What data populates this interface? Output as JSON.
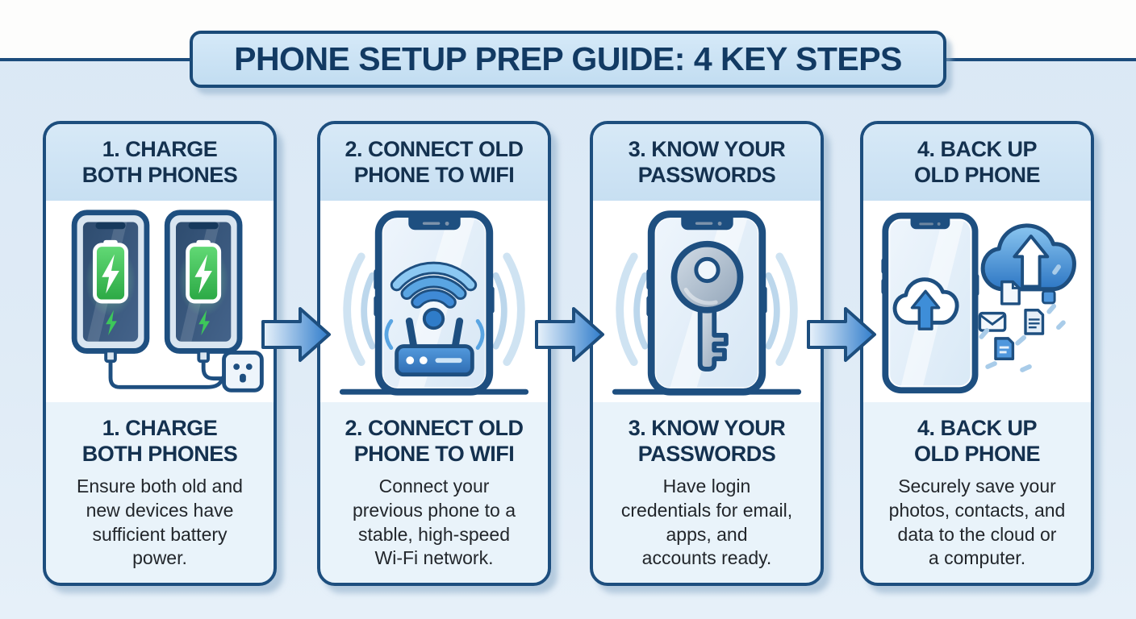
{
  "title": "PHONE SETUP PREP GUIDE: 4 KEY STEPS",
  "steps": [
    {
      "id": 1,
      "icon": "two-phones-charging-icon",
      "header": "1. CHARGE\nBOTH PHONES",
      "body_title": "1. CHARGE\nBOTH PHONES",
      "description": "Ensure both old and\nnew devices have\nsufficient battery\npower."
    },
    {
      "id": 2,
      "icon": "phone-wifi-router-icon",
      "header": "2. CONNECT OLD\nPHONE TO WIFI",
      "body_title": "2. CONNECT OLD\nPHONE TO WIFI",
      "description": "Connect your\nprevious phone to a\nstable, high-speed\nWi-Fi network."
    },
    {
      "id": 3,
      "icon": "phone-password-key-icon",
      "header": "3. KNOW YOUR\nPASSWORDS",
      "body_title": "3. KNOW YOUR\nPASSWORDS",
      "description": "Have login\ncredentials for email,\napps, and\naccounts ready."
    },
    {
      "id": 4,
      "icon": "phone-cloud-backup-icon",
      "header": "4. BACK UP\nOLD PHONE",
      "body_title": "4. BACK UP\nOLD PHONE",
      "description": "Securely save your\nphotos, contacts, and\ndata to the cloud or\na computer."
    }
  ],
  "colors": {
    "navy_border": "#1d4e7e",
    "heading_text": "#14314f",
    "banner_fill": "#c8e1f4",
    "card_header_fill": "#cfe4f4",
    "card_body_fill": "#e9f3fa",
    "page_background": "#dde9f4",
    "arrow_blue": "#2f7ccb",
    "battery_green": "#3ec85c",
    "wifi_blue": "#4f97dd",
    "key_gray": "#b8c6d4"
  }
}
